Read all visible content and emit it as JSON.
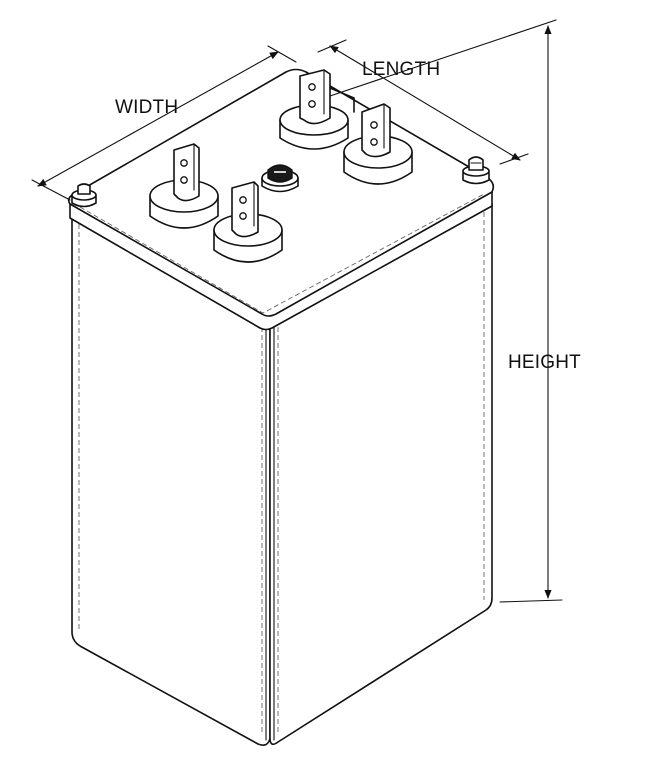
{
  "diagram": {
    "labels": {
      "width": "WIDTH",
      "length": "LENGTH",
      "height": "HEIGHT"
    },
    "colors": {
      "line": "#111111",
      "background": "#ffffff"
    },
    "components": [
      "battery-case",
      "lid",
      "terminal-post",
      "vent-cap",
      "dimension-arrow"
    ]
  }
}
